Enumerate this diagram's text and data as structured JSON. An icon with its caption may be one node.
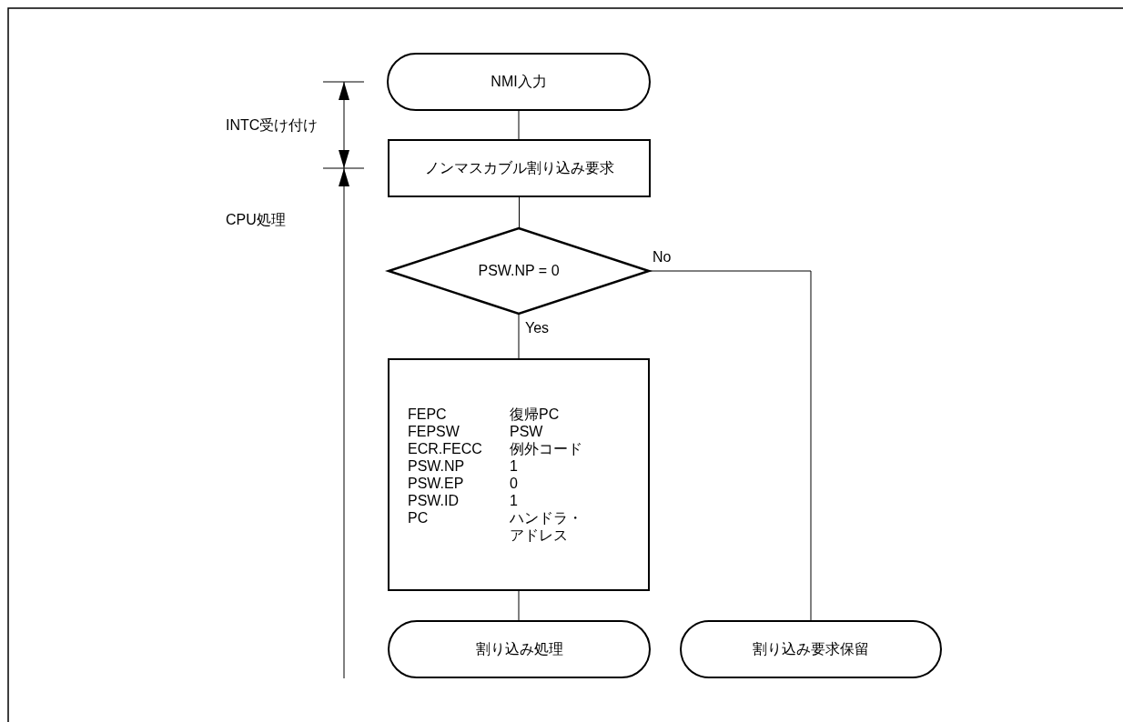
{
  "diagram": {
    "nodes": [
      {
        "text": [
          "NMI入力"
        ]
      },
      {
        "text": [
          "ノンマスカブル割り込み要求"
        ]
      },
      {
        "text": [
          "PSW.NP = 0"
        ]
      },
      {
        "text": [
          "FEPC",
          "復帰PC",
          "FEPSW",
          "PSW",
          "ECR.FECC",
          "例外コード",
          "PSW.NP",
          "1",
          "PSW.EP",
          "0",
          "PSW.ID",
          "1",
          "PC",
          "ハンドラ・アドレス"
        ]
      },
      {
        "text": [
          "割り込み処理"
        ]
      },
      {
        "text": [
          "割り込み要求保留"
        ]
      }
    ],
    "edges": [
      {
        "from": 0,
        "to": 1,
        "arrow": "none"
      },
      {
        "from": 1,
        "to": 2,
        "arrow": "none"
      },
      {
        "from": 2,
        "to": 3,
        "arrow": "none",
        "label": "Yes"
      },
      {
        "from": 3,
        "to": 4,
        "arrow": "none"
      },
      {
        "from": 2,
        "to": 5,
        "arrow": "none",
        "label": "No"
      }
    ],
    "labels": [
      "INTC受け付け",
      "CPU処理"
    ]
  }
}
